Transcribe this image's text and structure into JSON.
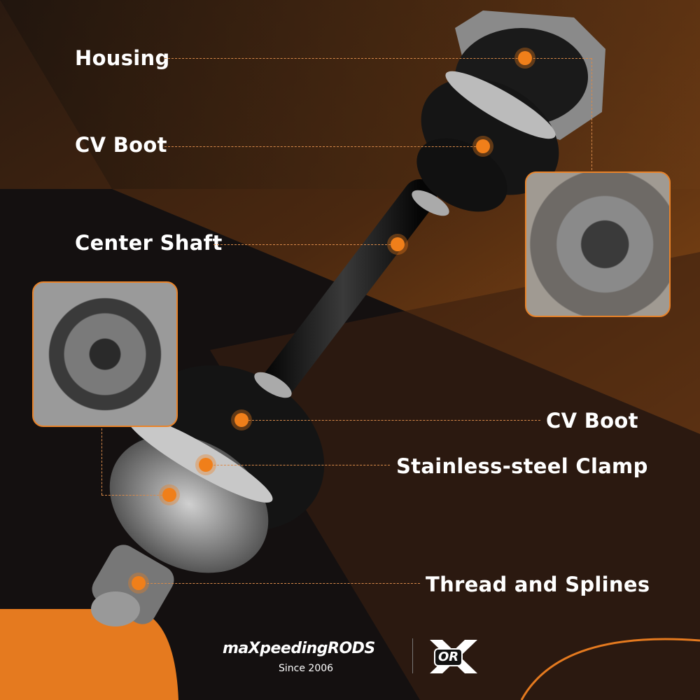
{
  "labels": {
    "housing": "Housing",
    "cv_boot_top": "CV Boot",
    "center_shaft": "Center Shaft",
    "cv_boot_bottom": "CV Boot",
    "clamp": "Stainless-steel Clamp",
    "thread": "Thread and Splines"
  },
  "brand": {
    "name": "maXpeedingRODS",
    "since": "Since 2006",
    "mark": "OR"
  },
  "colors": {
    "accent": "#f07f1a",
    "background": "#120e0b",
    "brown": "#6b3a12"
  }
}
